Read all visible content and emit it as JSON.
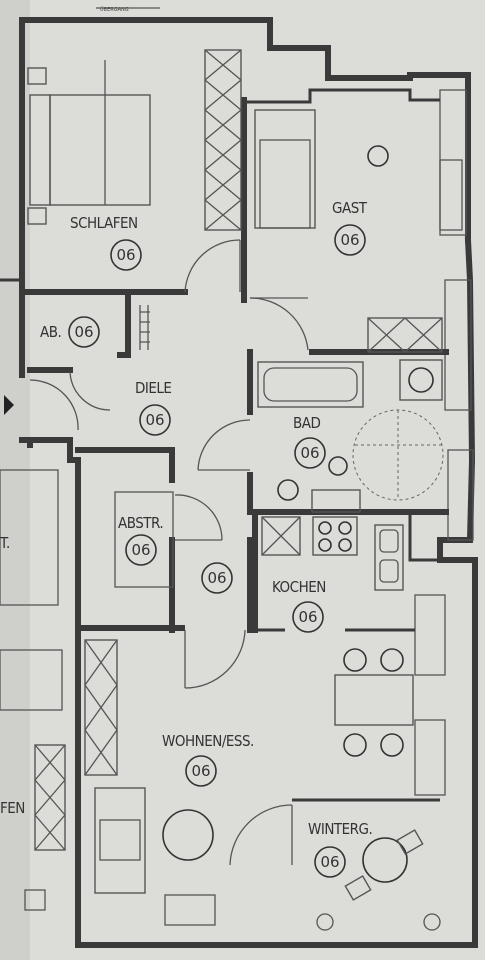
{
  "header": {
    "annotation": "ÜBERGANG"
  },
  "rooms": [
    {
      "key": "schlafen",
      "label": "SCHLAFEN",
      "number": "06"
    },
    {
      "key": "gast",
      "label": "GAST",
      "number": "06"
    },
    {
      "key": "ab",
      "label": "AB.",
      "number": "06"
    },
    {
      "key": "diele",
      "label": "DIELE",
      "number": "06"
    },
    {
      "key": "bad",
      "label": "BAD",
      "number": "06"
    },
    {
      "key": "abstr",
      "label": "ABSTR.",
      "number": "06"
    },
    {
      "key": "flur",
      "label": "",
      "number": "06"
    },
    {
      "key": "kochen",
      "label": "KOCHEN",
      "number": "06"
    },
    {
      "key": "wohnen",
      "label": "WOHNEN/ESS.",
      "number": "06"
    },
    {
      "key": "winterg",
      "label": "WINTERG.",
      "number": "06"
    }
  ],
  "neighbor": {
    "left_label_1": "T.",
    "left_label_2": "FEN"
  }
}
